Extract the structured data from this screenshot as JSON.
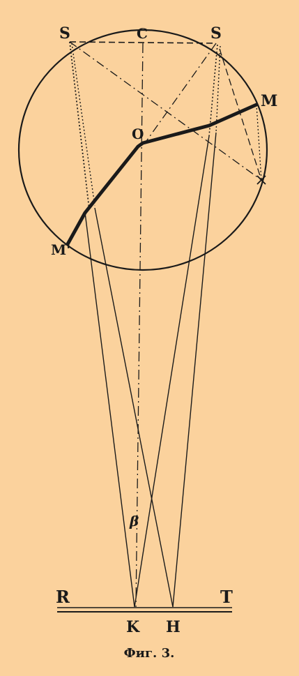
{
  "labels": {
    "s_left": "S",
    "c": "C",
    "s_right": "S",
    "m": "M",
    "o": "O",
    "m_prime": "M'",
    "beta": "β",
    "r": "R",
    "t": "T",
    "k": "K",
    "h": "H"
  },
  "caption": "Фиг. 3.",
  "colors": {
    "background": "#fbd29d",
    "ink": "#1a1a1a"
  }
}
